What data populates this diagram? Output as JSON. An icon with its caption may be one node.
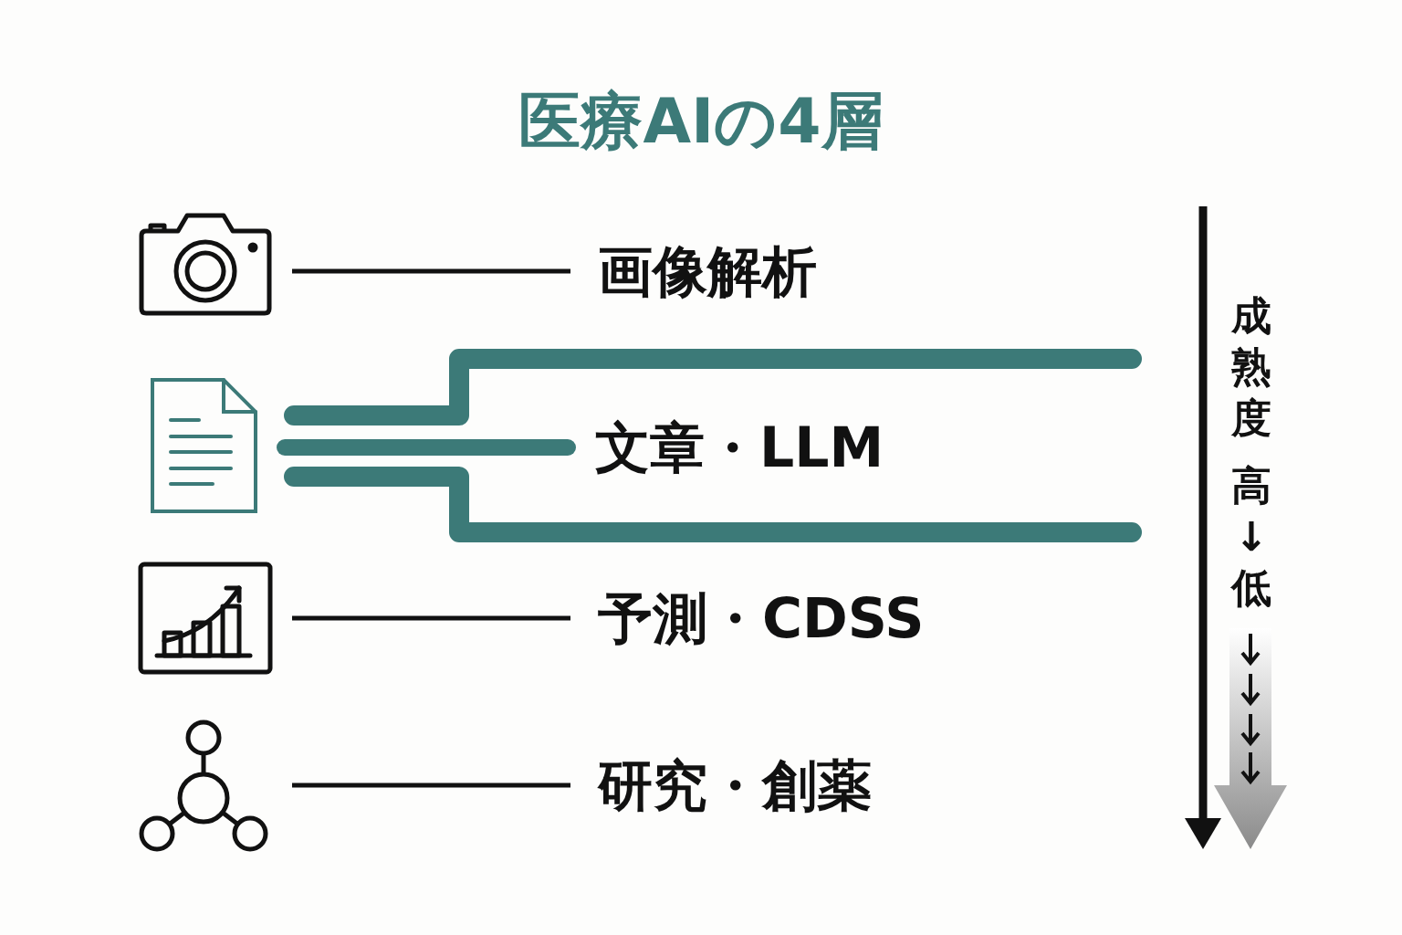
{
  "diagram": {
    "title": "医療AIの4層",
    "nodes": [
      {
        "text": [],
        "shape": "camera"
      },
      {
        "text": [
          "画像解析"
        ]
      },
      {
        "text": [],
        "shape": "document"
      },
      {
        "text": [
          "文章・LLM"
        ]
      },
      {
        "text": [],
        "shape": "chart"
      },
      {
        "text": [
          "予測・CDSS"
        ]
      },
      {
        "text": [],
        "shape": "molecule"
      },
      {
        "text": [
          "研究・創薬"
        ]
      }
    ],
    "edges": [
      {
        "from": 0,
        "to": 1,
        "arrow": "none"
      },
      {
        "from": 2,
        "to": 3,
        "arrow": "none",
        "style": "thick",
        "color": "#3c7a78"
      },
      {
        "from": 4,
        "to": 5,
        "arrow": "none"
      },
      {
        "from": 6,
        "to": 7,
        "arrow": "none"
      }
    ],
    "labels": [
      "成熟度",
      "高↓低"
    ]
  }
}
